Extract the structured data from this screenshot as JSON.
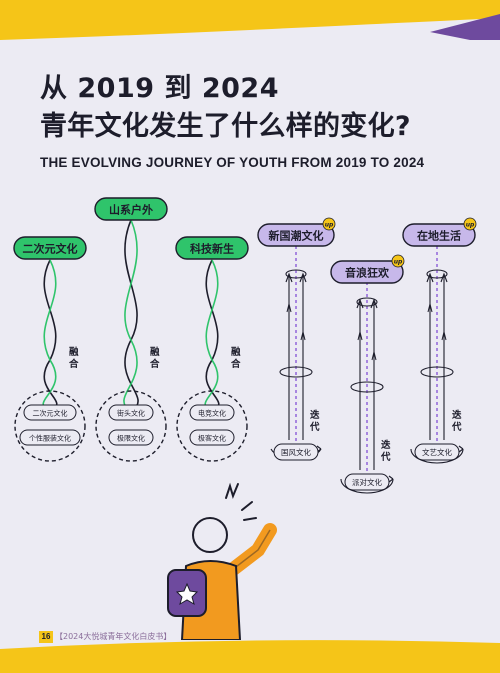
{
  "title": {
    "line1": "从 2019 到 2024",
    "line2": "青年文化发生了什么样的变化?",
    "subtitle": "THE EVOLVING JOURNEY OF YOUTH FROM 2019 TO 2024"
  },
  "left_group": {
    "fuse_label": "融合",
    "items": [
      {
        "top": "二次元文化",
        "bottom": [
          "二次元文化",
          "个性服装文化"
        ]
      },
      {
        "top": "山系户外",
        "bottom": [
          "街头文化",
          "极限文化"
        ]
      },
      {
        "top": "科技新生",
        "bottom": [
          "电竞文化",
          "极客文化"
        ]
      }
    ]
  },
  "right_group": {
    "iterate_label": "迭代",
    "badge": "up",
    "items": [
      {
        "top": "新国潮文化",
        "bottom": "国风文化"
      },
      {
        "top": "音浪狂欢",
        "bottom": "派对文化"
      },
      {
        "top": "在地生活",
        "bottom": "文艺文化"
      }
    ]
  },
  "footer": {
    "page_number": "16",
    "book_title": "【2024大悦城青年文化白皮书】"
  },
  "colors": {
    "yellow": "#f5c518",
    "purple": "#6e4a9e",
    "green": "#2fc46b",
    "lavender": "#c7b8ea",
    "orange": "#f29a1f",
    "ink": "#1d1d2b"
  }
}
